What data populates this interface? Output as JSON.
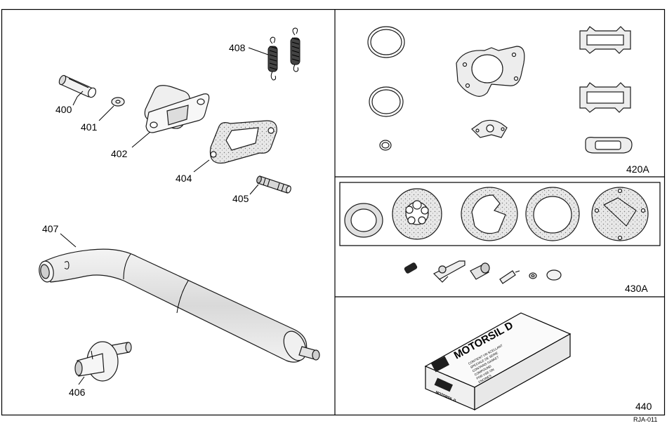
{
  "labels": {
    "p400": "400",
    "p401": "401",
    "p402": "402",
    "p404": "404",
    "p405": "405",
    "p406": "406",
    "p407": "407",
    "p408": "408",
    "p420A": "420A",
    "p430A": "430A",
    "p440": "440",
    "ref_code": "RJA-011"
  },
  "box": {
    "brand": "MOTORSIL D",
    "side_brand": "MOTORSIL D",
    "fine_print": [
      "CONTIENT UN SCELLANT",
      "SPECIALE DE SERIE",
      "CONTAINS GASKET",
      "COMPOUND",
      "FOR USE ON",
      "ENGINES"
    ]
  },
  "colors": {
    "line": "#000000",
    "gasket_fill": "#e6e6e6",
    "dark": "#1a1a1a"
  }
}
